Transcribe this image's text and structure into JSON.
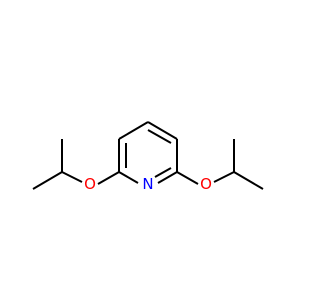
{
  "molecule": {
    "atoms": {
      "oxygen_left": {
        "symbol": "O"
      },
      "nitrogen": {
        "symbol": "N"
      },
      "oxygen_right": {
        "symbol": "O"
      }
    }
  },
  "colors": {
    "bond": "#000000",
    "oxygen": "#ff0000",
    "nitrogen": "#0000ff",
    "background": "#ffffff"
  }
}
